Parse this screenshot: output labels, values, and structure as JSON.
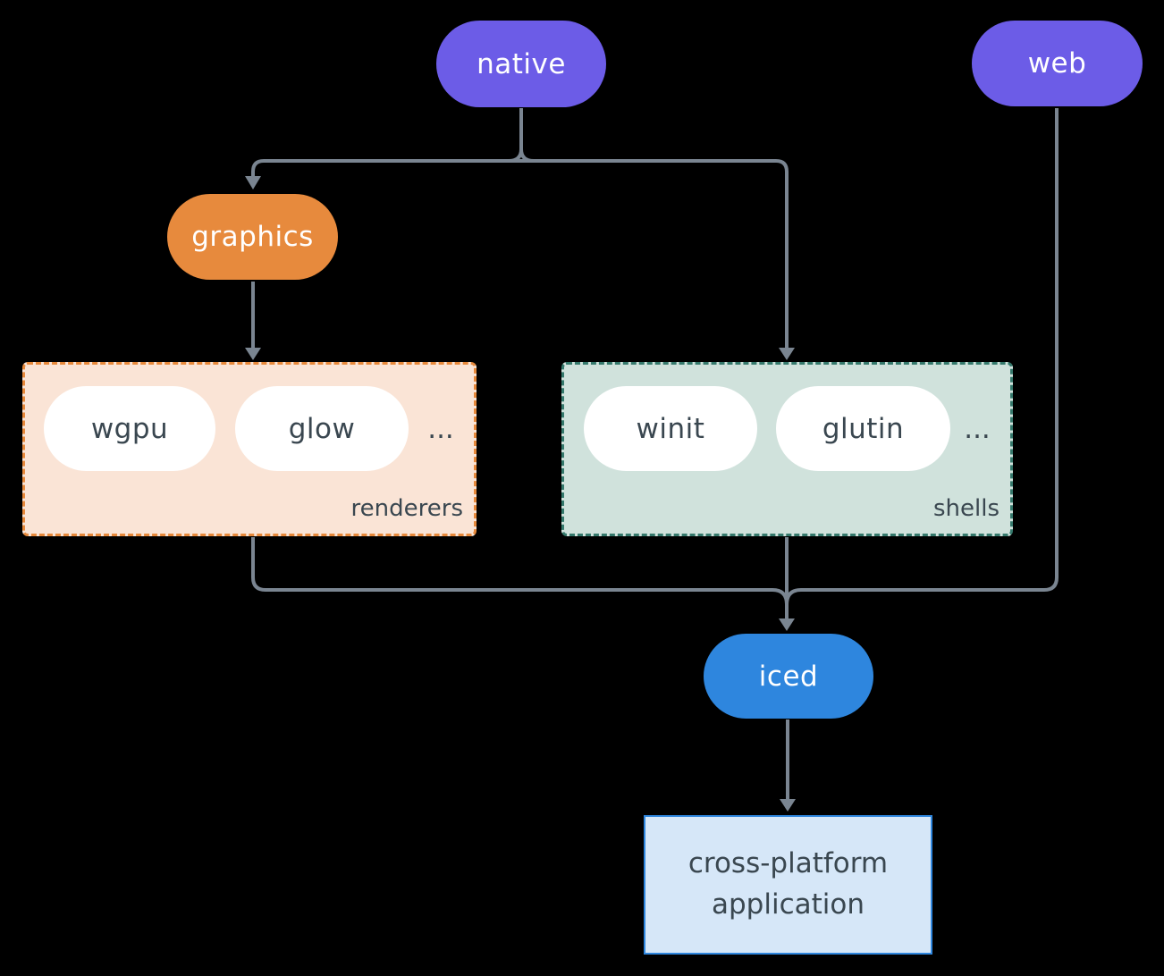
{
  "diagram": {
    "background_color": "#000000",
    "connector_color": "#7A8591",
    "nodes": {
      "native": {
        "label": "native",
        "color": "#6C5CE7",
        "text_color": "#FFFFFF"
      },
      "web": {
        "label": "web",
        "color": "#6C5CE7",
        "text_color": "#FFFFFF"
      },
      "graphics": {
        "label": "graphics",
        "color": "#E78A3D",
        "text_color": "#FFFFFF"
      },
      "iced": {
        "label": "iced",
        "color": "#2E86DE",
        "text_color": "#FFFFFF"
      },
      "application": {
        "label": "cross-platform application",
        "line1": "cross-platform",
        "line2": "application",
        "fill": "#D6E7F8",
        "border": "#2E86DE",
        "text_color": "#3A4750"
      }
    },
    "groups": {
      "renderers": {
        "label": "renderers",
        "fill": "#FAE4D6",
        "border": "#E7893B",
        "items": [
          "wgpu",
          "glow"
        ],
        "ellipsis": "...",
        "text_color": "#3A4750"
      },
      "shells": {
        "label": "shells",
        "fill": "#D0E2DC",
        "border": "#35796C",
        "items": [
          "winit",
          "glutin"
        ],
        "ellipsis": "...",
        "text_color": "#3A4750"
      }
    },
    "edges": [
      {
        "from": "native",
        "to": "graphics"
      },
      {
        "from": "native",
        "to": "shells"
      },
      {
        "from": "graphics",
        "to": "renderers"
      },
      {
        "from": "renderers",
        "to": "iced"
      },
      {
        "from": "shells",
        "to": "iced"
      },
      {
        "from": "web",
        "to": "iced"
      },
      {
        "from": "iced",
        "to": "application"
      }
    ]
  }
}
